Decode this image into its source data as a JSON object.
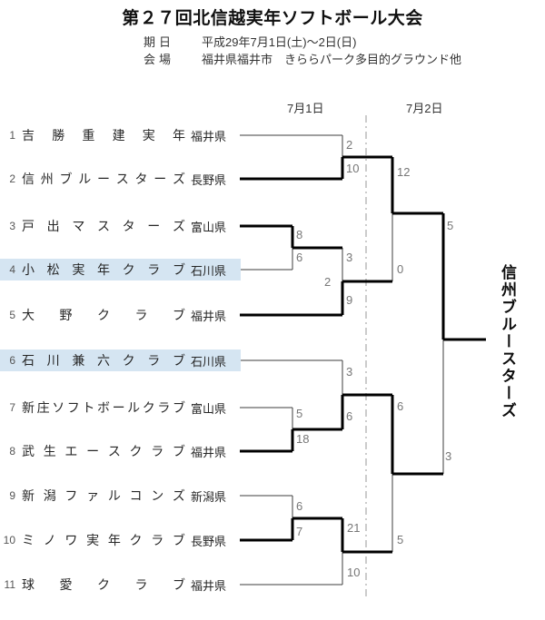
{
  "title": "第２７回北信越実年ソフトボール大会",
  "info": {
    "date_label": "期日",
    "date_value": "平成29年7月1日(土)～2日(日)",
    "venue_label": "会場",
    "venue_value": "福井県福井市　きららパーク多目的グラウンド他"
  },
  "columns": {
    "day1": "7月1日",
    "day2": "7月2日"
  },
  "teams": [
    {
      "no": "1",
      "name": "吉勝重建実年",
      "pref": "福井県",
      "highlight": false
    },
    {
      "no": "2",
      "name": "信州ブルースターズ",
      "pref": "長野県",
      "highlight": false
    },
    {
      "no": "3",
      "name": "戸出マスターズ",
      "pref": "富山県",
      "highlight": false
    },
    {
      "no": "4",
      "name": "小松実年クラブ",
      "pref": "石川県",
      "highlight": true
    },
    {
      "no": "5",
      "name": "大野クラブ",
      "pref": "福井県",
      "highlight": false
    },
    {
      "no": "6",
      "name": "石川兼六クラブ",
      "pref": "石川県",
      "highlight": true
    },
    {
      "no": "7",
      "name": "新庄ソフトボールクラブ",
      "pref": "富山県",
      "highlight": false
    },
    {
      "no": "8",
      "name": "武生エースクラブ",
      "pref": "福井県",
      "highlight": false
    },
    {
      "no": "9",
      "name": "新潟ファルコンズ",
      "pref": "新潟県",
      "highlight": false
    },
    {
      "no": "10",
      "name": "ミノワ実年クラブ",
      "pref": "長野県",
      "highlight": false
    },
    {
      "no": "11",
      "name": "球愛クラブ",
      "pref": "福井県",
      "highlight": false
    }
  ],
  "scores": {
    "m1_top": "2",
    "m1_bottom": "10",
    "m2_top": "8",
    "m2_bottom": "6",
    "m3_top": "3",
    "m3_left": "2",
    "m3_bottom": "9",
    "m4_top": "5",
    "m4_bottom": "18",
    "m5_top": "3",
    "m5_bottom": "6",
    "m6_top": "6",
    "m6_bottom": "7",
    "m7_top": "21",
    "m7_bottom": "10",
    "sf1_top": "12",
    "sf1_bottom": "0",
    "sf2_top": "6",
    "sf2_bottom": "5",
    "final_top": "5",
    "final_bottom": "3"
  },
  "champion": "信州ブルースターズ",
  "colors": {
    "highlight_row": "#d5e5f2",
    "winner_line": "#000000",
    "normal_line": "#3c3c3c",
    "divider_line": "#999999",
    "score_text": "#767676"
  }
}
